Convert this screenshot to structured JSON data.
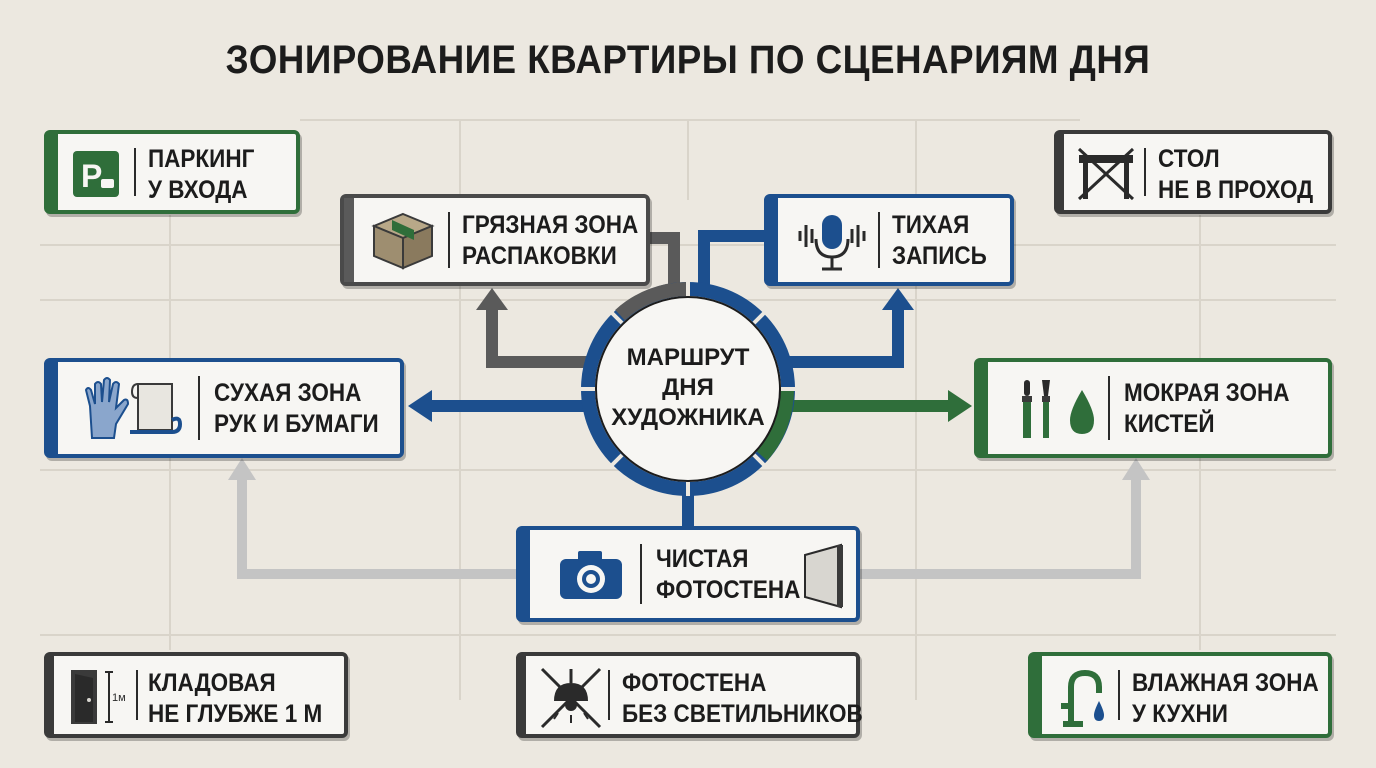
{
  "title": "ЗОНИРОВАНИЕ КВАРТИРЫ ПО СЦЕНАРИЯМ ДНЯ",
  "hub": {
    "line1": "МАРШРУТ",
    "line2": "ДНЯ",
    "line3": "ХУДОЖНИКА"
  },
  "nodes": {
    "parking": {
      "line1": "ПАРКИНГ",
      "line2": "У ВХОДА",
      "icon": "parking-icon"
    },
    "table": {
      "line1": "СТОЛ",
      "line2": "НЕ В ПРОХОД",
      "icon": "crossed-table-icon"
    },
    "dirty": {
      "line1": "ГРЯЗНАЯ ЗОНА",
      "line2": "РАСПАКОВКИ",
      "icon": "box-icon"
    },
    "quiet": {
      "line1": "ТИХАЯ",
      "line2": "ЗАПИСЬ",
      "icon": "microphone-icon"
    },
    "dry": {
      "line1": "СУХАЯ ЗОНА",
      "line2": "РУК И БУМАГИ",
      "icon": "glove-paper-icon"
    },
    "wet": {
      "line1": "МОКРАЯ ЗОНА",
      "line2": "КИСТЕЙ",
      "icon": "brushes-drop-icon"
    },
    "photo": {
      "line1": "ЧИСТАЯ",
      "line2": "ФОТОСТЕНА",
      "icon": "camera-icon"
    },
    "storage": {
      "line1": "КЛАДОВАЯ",
      "line2": "НЕ ГЛУБЖЕ 1 М",
      "icon": "door-icon",
      "measure": "1м"
    },
    "nolamps": {
      "line1": "ФОТОСТЕНА",
      "line2": "БЕЗ СВЕТИЛЬНИКОВ",
      "icon": "crossed-lamp-icon"
    },
    "humid": {
      "line1": "ВЛАЖНАЯ ЗОНА",
      "line2": "У КУХНИ",
      "icon": "faucet-icon"
    }
  },
  "colors": {
    "blue": "#1c4f8e",
    "green": "#2f6e3a",
    "gray": "#5a5a5a",
    "light_gray": "#c4c4c4",
    "background": "#ece8e0"
  }
}
